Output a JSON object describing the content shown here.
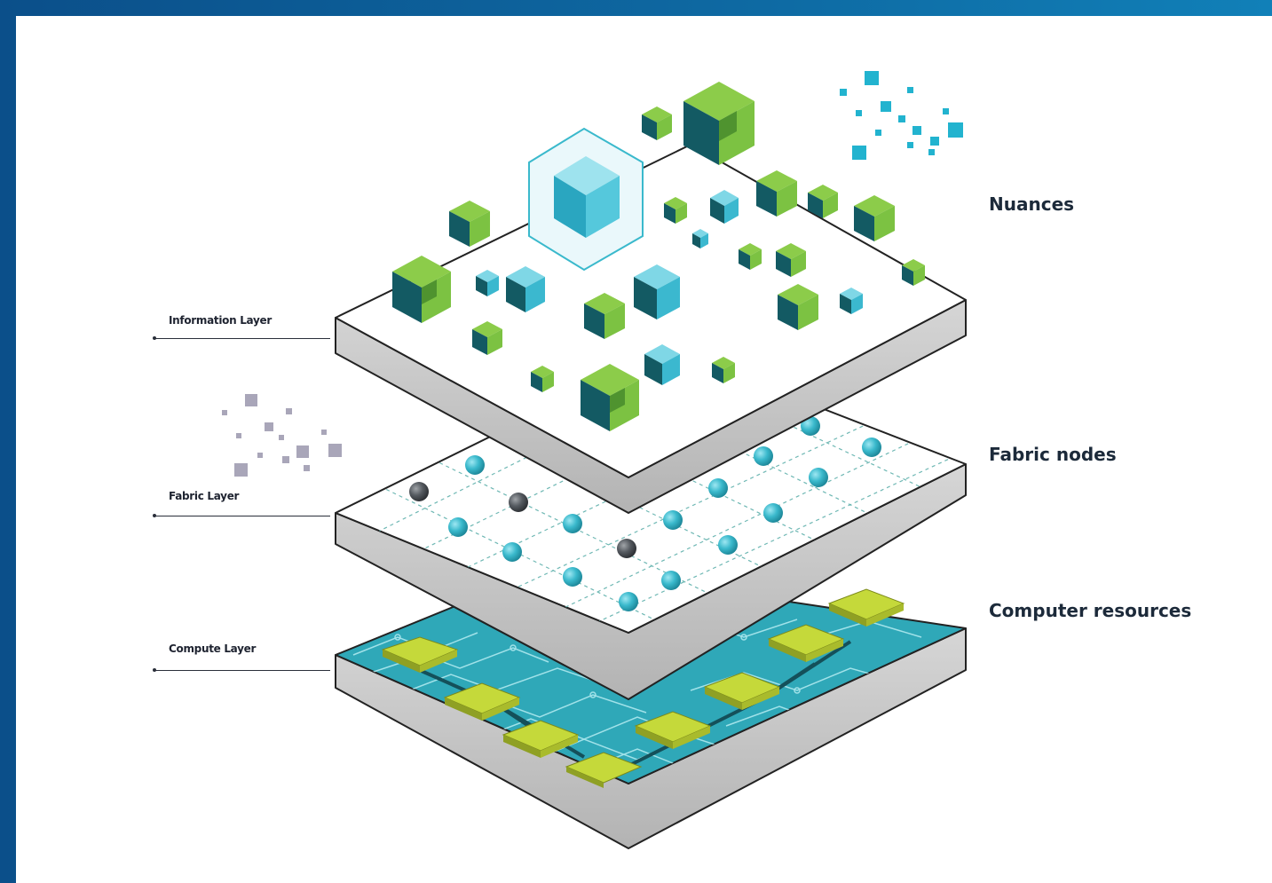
{
  "labels": {
    "information_layer": "Information Layer",
    "fabric_layer": "Fabric Layer",
    "compute_layer": "Compute Layer",
    "nuances": "Nuances",
    "fabric_nodes": "Fabric nodes",
    "computer_resources": "Computer resources"
  },
  "colors": {
    "frame": "#0e6aa3",
    "cube_green": "#7cc242",
    "cube_dark": "#135a63",
    "cube_teal": "#3bb8cf",
    "node_teal": "#3ab9cc",
    "node_gray": "#555a60",
    "chip": "#c5d93a",
    "circuit": "#2fa8b8"
  }
}
